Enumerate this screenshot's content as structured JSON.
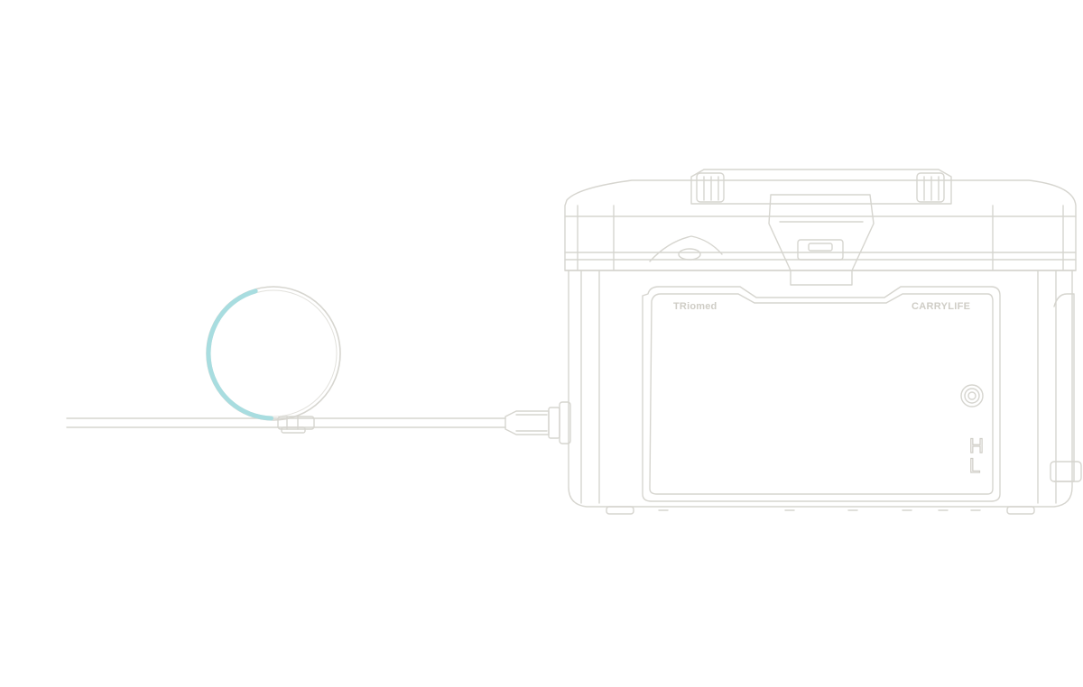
{
  "device": {
    "brand_left": "TRiomed",
    "brand_right": "CARRYLIFE",
    "side_mark_top": "H",
    "side_mark_bottom": "L"
  },
  "progress_ring": {
    "fraction": 0.45,
    "color": "#a8dde0",
    "track_color": "#d6d5cf"
  },
  "colors": {
    "outline": "#d6d5cf",
    "outline_dark": "#c9c7bf",
    "background": "#ffffff"
  }
}
